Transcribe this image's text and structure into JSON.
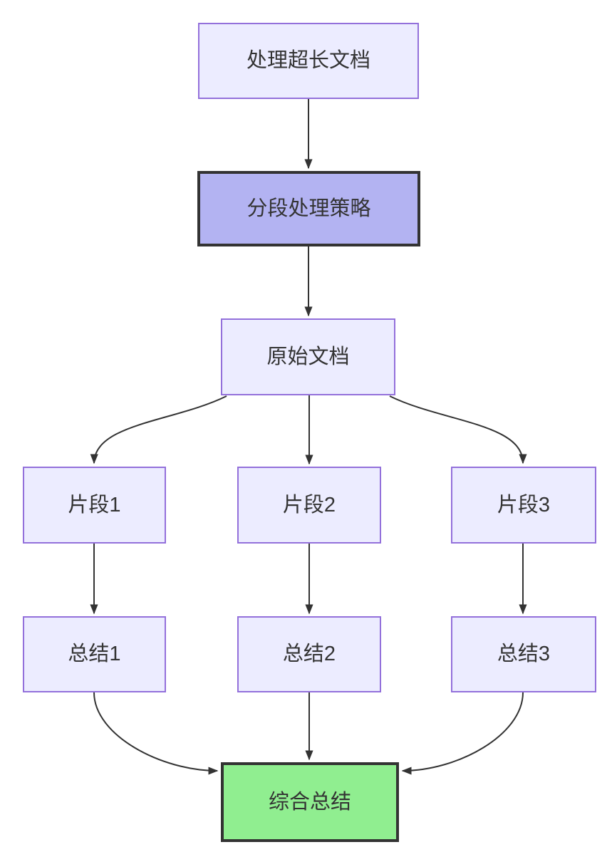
{
  "diagram": {
    "type": "flowchart",
    "direction": "top-down",
    "nodes": [
      {
        "id": "doc",
        "label": "处理超长文档",
        "style": "default"
      },
      {
        "id": "strategy",
        "label": "分段处理策略",
        "style": "emphasis-purple"
      },
      {
        "id": "original",
        "label": "原始文档",
        "style": "default"
      },
      {
        "id": "fragment-1",
        "label": "片段1",
        "style": "default"
      },
      {
        "id": "fragment-2",
        "label": "片段2",
        "style": "default"
      },
      {
        "id": "fragment-3",
        "label": "片段3",
        "style": "default"
      },
      {
        "id": "summary-1",
        "label": "总结1",
        "style": "default"
      },
      {
        "id": "summary-2",
        "label": "总结2",
        "style": "default"
      },
      {
        "id": "summary-3",
        "label": "总结3",
        "style": "default"
      },
      {
        "id": "final",
        "label": "综合总结",
        "style": "emphasis-green"
      }
    ],
    "edges": [
      {
        "from": "doc",
        "to": "strategy"
      },
      {
        "from": "strategy",
        "to": "original"
      },
      {
        "from": "original",
        "to": "fragment-1"
      },
      {
        "from": "original",
        "to": "fragment-2"
      },
      {
        "from": "original",
        "to": "fragment-3"
      },
      {
        "from": "fragment-1",
        "to": "summary-1"
      },
      {
        "from": "fragment-2",
        "to": "summary-2"
      },
      {
        "from": "fragment-3",
        "to": "summary-3"
      },
      {
        "from": "summary-1",
        "to": "final"
      },
      {
        "from": "summary-2",
        "to": "final"
      },
      {
        "from": "summary-3",
        "to": "final"
      }
    ],
    "colors": {
      "node_fill": "#ECECFF",
      "node_border": "#9370DB",
      "emphasis_fill": "#B3B3F2",
      "emphasis_border": "#333333",
      "final_fill": "#90EE90",
      "final_border": "#333333",
      "edge_stroke": "#333333",
      "text": "#333333",
      "background": "#FFFFFF"
    }
  }
}
